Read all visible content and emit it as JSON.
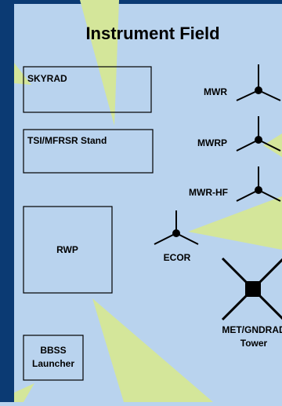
{
  "title": "Instrument Field",
  "colors": {
    "field_bg": "#b9d3ee",
    "frame": "#0b3a73",
    "beam": "#d4e69a",
    "ink": "#000000",
    "box_fill": "#b9d3ee"
  },
  "areas": {
    "skyrad": "SKYRAD",
    "tsi": "TSI/MFRSR Stand",
    "rwp": "RWP",
    "bbss": "BBSS Launcher"
  },
  "instruments": {
    "mwr": "MWR",
    "mwrp": "MWRP",
    "mwr_hf": "MWR-HF",
    "ecor": "ECOR",
    "met": "MET/GNDRAD Tower"
  }
}
